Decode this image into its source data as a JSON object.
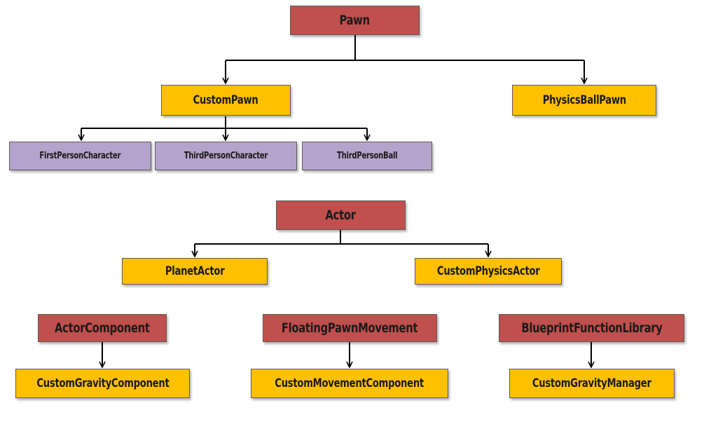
{
  "nodes": {
    "pawn": "Pawn",
    "custom_pawn": "CustomPawn",
    "physics_ball_pawn": "PhysicsBallPawn",
    "first_person_character": "FirstPersonCharacter",
    "third_person_character": "ThirdPersonCharacter",
    "third_person_ball": "ThirdPersonBall",
    "actor": "Actor",
    "planet_actor": "PlanetActor",
    "custom_physics_actor": "CustomPhysicsActor",
    "actor_component": "ActorComponent",
    "custom_gravity_component": "CustomGravityComponent",
    "floating_pawn_movement": "FloatingPawnMovement",
    "custom_movement_component": "CustomMovementComponent",
    "blueprint_function_library": "BlueprintFunctionLibrary",
    "custom_gravity_manager": "CustomGravityManager"
  },
  "colors": {
    "base_class": "#c0504d",
    "derived_class": "#ffc000",
    "leaf_class": "#b4a3cb"
  }
}
